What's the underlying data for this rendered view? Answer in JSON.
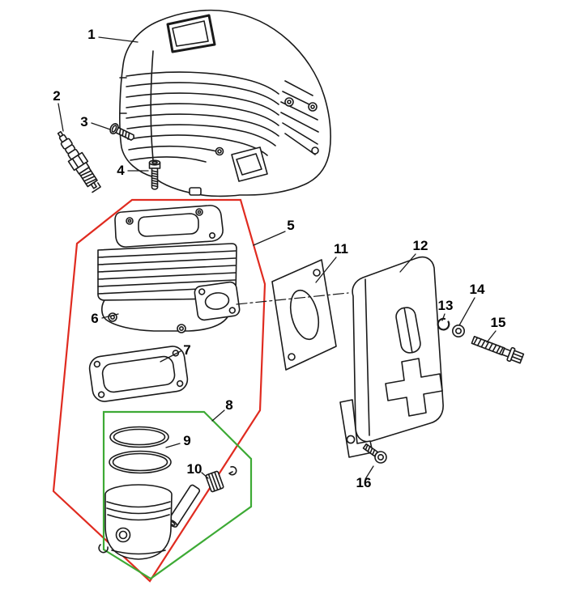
{
  "diagram": {
    "background_color": "#ffffff",
    "stroke_color": "#1a1a1a",
    "groups": {
      "cylinder_assembly_outline_color": "#e02b20",
      "piston_assembly_outline_color": "#3daa35"
    },
    "callouts": [
      {
        "label": "1"
      },
      {
        "label": "2"
      },
      {
        "label": "3"
      },
      {
        "label": "4"
      },
      {
        "label": "5"
      },
      {
        "label": "6"
      },
      {
        "label": "7"
      },
      {
        "label": "8"
      },
      {
        "label": "9"
      },
      {
        "label": "10"
      },
      {
        "label": "11"
      },
      {
        "label": "12"
      },
      {
        "label": "13"
      },
      {
        "label": "14"
      },
      {
        "label": "15"
      },
      {
        "label": "16"
      }
    ]
  }
}
